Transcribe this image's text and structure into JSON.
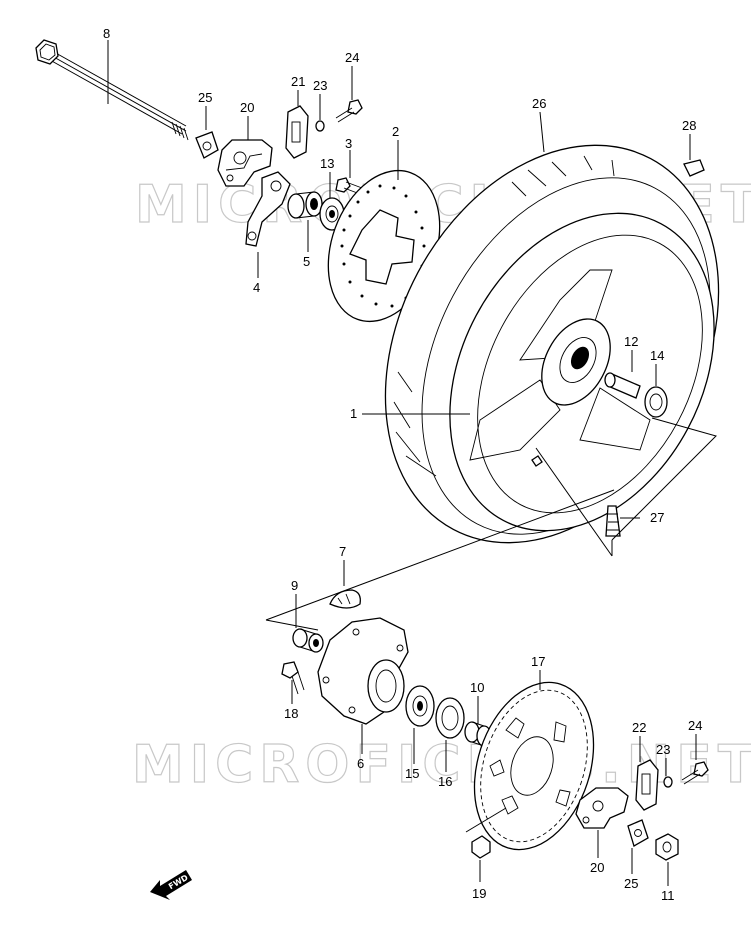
{
  "watermark": [
    "MICROFICHES.NET",
    "MICROFICHES.NET"
  ],
  "fwd_label": "FWD",
  "part_labels": {
    "p1": "1",
    "p2": "2",
    "p3": "3",
    "p4": "4",
    "p5": "5",
    "p6": "6",
    "p7": "7",
    "p8": "8",
    "p9": "9",
    "p10": "10",
    "p11": "11",
    "p12": "12",
    "p13": "13",
    "p14": "14",
    "p15": "15",
    "p16": "16",
    "p17": "17",
    "p18": "18",
    "p19": "19",
    "p20a": "20",
    "p20b": "20",
    "p21": "21",
    "p22": "22",
    "p23a": "23",
    "p23b": "23",
    "p24a": "24",
    "p24b": "24",
    "p25a": "25",
    "p25b": "25",
    "p26": "26",
    "p27": "27",
    "p28": "28"
  }
}
